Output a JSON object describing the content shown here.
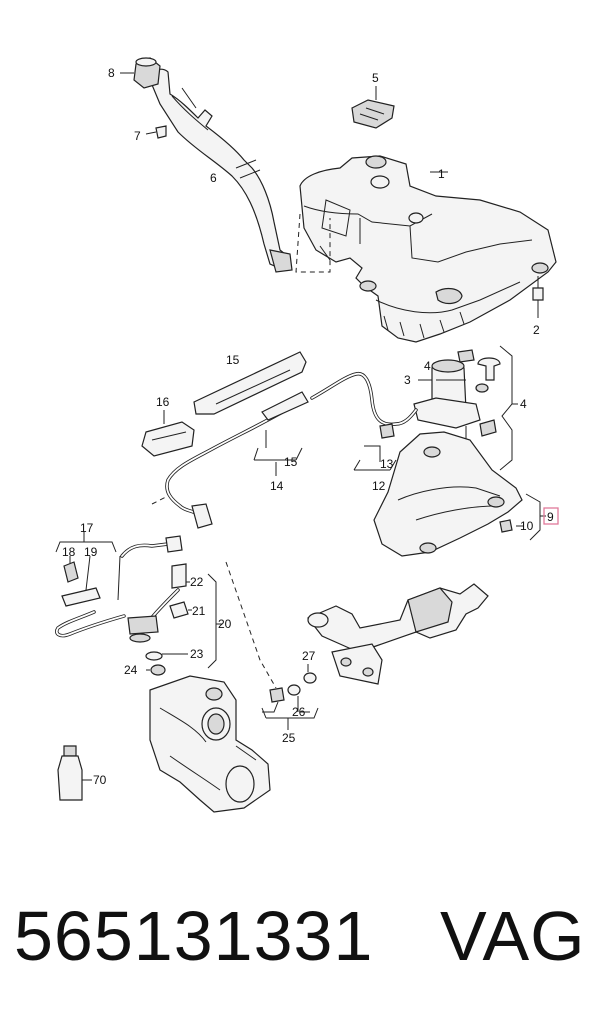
{
  "diagram": {
    "callouts": {
      "c1": "1",
      "c2": "2",
      "c3": "3",
      "c4a": "4",
      "c4b": "4",
      "c5": "5",
      "c6": "6",
      "c7": "7",
      "c8": "8",
      "c9": "9",
      "c10": "10",
      "c12": "12",
      "c13": "13",
      "c14": "14",
      "c15a": "15",
      "c15b": "15",
      "c16": "16",
      "c17": "17",
      "c18": "18",
      "c19": "19",
      "c20": "20",
      "c21": "21",
      "c22": "22",
      "c23": "23",
      "c24": "24",
      "c25": "25",
      "c26": "26",
      "c27": "27",
      "c70": "70"
    },
    "highlighted_callout": "9",
    "highlight_color": "#e07a9a"
  },
  "footer": {
    "part_number": "565131331",
    "brand": "VAG"
  }
}
